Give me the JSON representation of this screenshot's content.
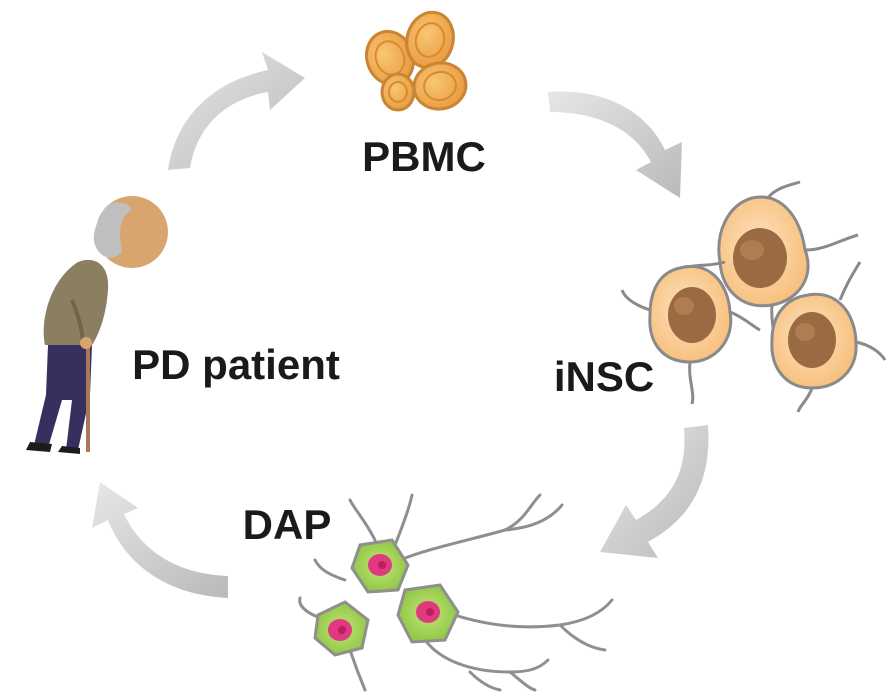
{
  "labels": {
    "pbmc": "PBMC",
    "insc": "iNSC",
    "dap": "DAP",
    "patient": "PD patient"
  },
  "colors": {
    "arrow": "#c9cacb",
    "pbmc_fill": "#f2ae4c",
    "insc_fill": "#fbc98e",
    "insc_nucleus": "#9a6a43",
    "dap_fill": "#9bcf4a",
    "dap_nucleus": "#e0397f",
    "neurite": "#8f8f8f",
    "skin": "#d9a56f",
    "hair": "#bfbfbf",
    "coat": "#8a8061",
    "pants": "#35305e",
    "cane": "#a9785a"
  }
}
